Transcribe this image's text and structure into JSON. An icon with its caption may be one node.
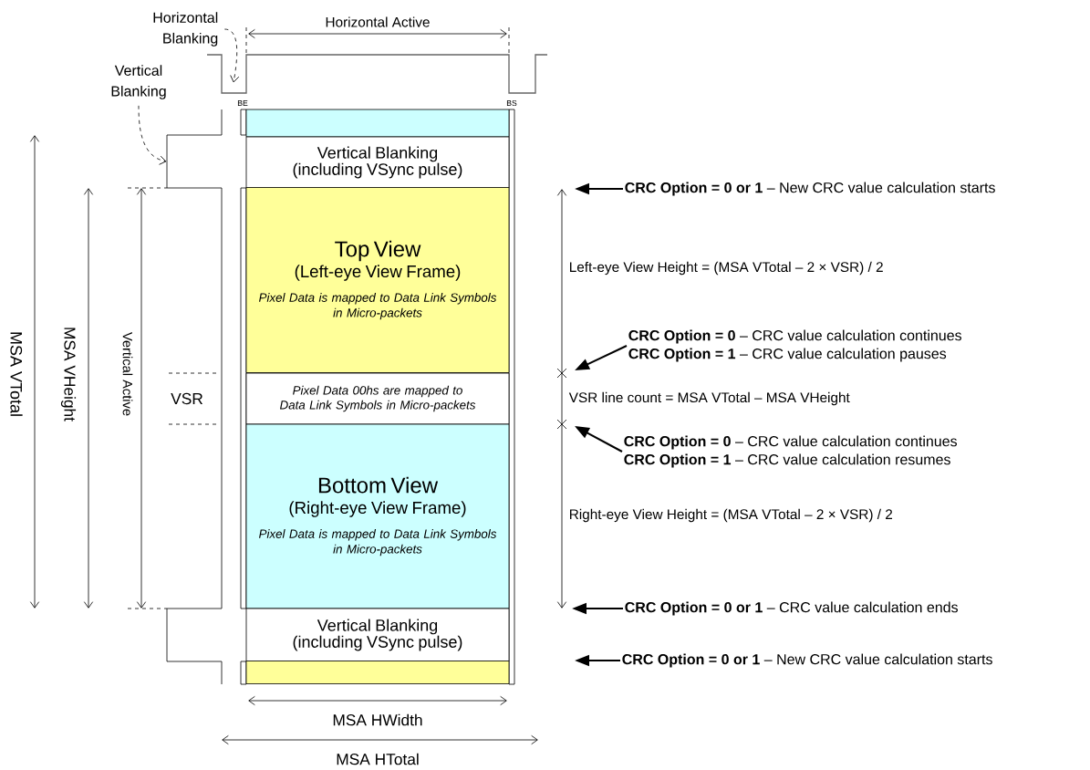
{
  "diagram": {
    "nodes": [
      {
        "text": [
          "Horizontal Blanking"
        ]
      },
      {
        "text": [
          "Vertical Blanking"
        ]
      },
      {
        "text": [],
        "shape": "bar"
      },
      {
        "text": [
          "Vertical Blanking (including VSync pulse)"
        ]
      },
      {
        "text": [
          "Top View",
          "(Left-eye View Frame)",
          "Pixel Data is mapped to Data Link Symbols in Micro-packets"
        ]
      },
      {
        "text": [
          "Pixel Data 00hs are mapped to Data Link Symbols in Micro-packets"
        ]
      },
      {
        "text": [
          "Bottom View",
          "(Right-eye View Frame)",
          "Pixel Data is mapped to Data Link Symbols in Micro-packets"
        ]
      },
      {
        "text": [
          "Vertical Blanking (including VSync pulse)"
        ]
      },
      {
        "text": [],
        "shape": "bar"
      },
      {
        "text": [
          "**CRC Option = 0 or 1** – New CRC value calculation starts"
        ]
      },
      {
        "text": [
          "**CRC Option = 0** – CRC value calculation continues",
          "**CRC Option = 1** – CRC value calculation pauses"
        ]
      },
      {
        "text": [
          "**CRC Option = 0** – CRC value calculation continues",
          "**CRC Option = 1** – CRC value calculation resumes"
        ]
      },
      {
        "text": [
          "**CRC Option = 0 or 1** – CRC value calculation ends"
        ]
      },
      {
        "text": [
          "**CRC Option = 0 or 1** – New CRC value calculation starts"
        ]
      },
      {
        "text": [],
        "shape": "picture"
      },
      {
        "text": [],
        "shape": "picture"
      }
    ],
    "edges": [
      {
        "from": 0,
        "to": 15,
        "arrow": "to",
        "style": "dashed"
      },
      {
        "from": 1,
        "to": 14,
        "arrow": "to",
        "style": "dashed"
      },
      {
        "from": 9,
        "to": null,
        "arrow": "to"
      },
      {
        "from": 10,
        "to": null,
        "arrow": "to"
      },
      {
        "from": 11,
        "to": null,
        "arrow": "to"
      },
      {
        "from": 12,
        "to": null,
        "arrow": "to"
      },
      {
        "from": 13,
        "to": null,
        "arrow": "to"
      }
    ],
    "labels": [
      "Horizontal Active",
      "BE",
      "BS",
      "MSA VTotal",
      "MSA VHeight",
      "Vertical Active",
      "VSR",
      "Left-eye View Height = (MSA VTotal – 2 × VSR) / 2",
      "VSR line count = MSA VTotal – MSA VHeight",
      "Right-eye View Height = (MSA VTotal – 2 × VSR) / 2",
      "MSA HWidth",
      "MSA HTotal"
    ]
  }
}
